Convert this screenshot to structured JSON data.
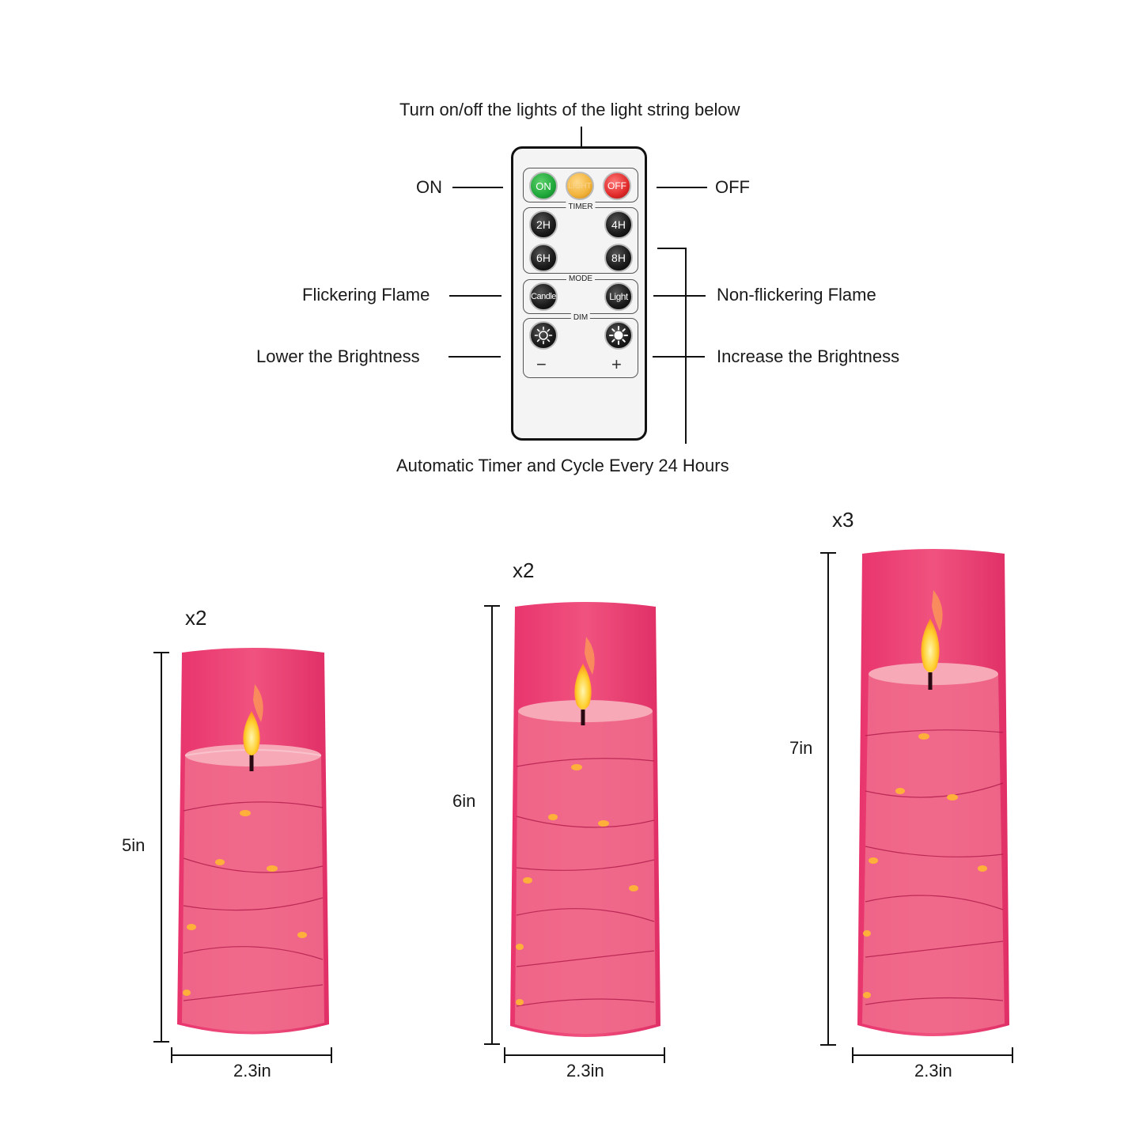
{
  "remote_callouts": {
    "top": "Turn on/off the lights of the light string below",
    "on": "ON",
    "off": "OFF",
    "flicker": "Flickering Flame",
    "non_flicker": "Non-flickering Flame",
    "lower": "Lower the Brightness",
    "increase": "Increase the Brightness",
    "bottom": "Automatic Timer and Cycle Every 24 Hours"
  },
  "remote": {
    "power_buttons": [
      {
        "label": "ON",
        "color": "#1fa83a"
      },
      {
        "label": "LIGHT",
        "color": "#f2b33a"
      },
      {
        "label": "OFF",
        "color": "#e12a2a"
      }
    ],
    "timer_title": "TIMER",
    "timer_buttons": [
      "2H",
      "4H",
      "6H",
      "8H"
    ],
    "mode_title": "MODE",
    "mode_buttons": [
      "Candle",
      "Light"
    ],
    "dim_title": "DIM",
    "dim_minus": "−",
    "dim_plus": "+"
  },
  "candles": [
    {
      "quantity": "x2",
      "height_label": "5in",
      "width_label": "2.3in"
    },
    {
      "quantity": "x2",
      "height_label": "6in",
      "width_label": "2.3in"
    },
    {
      "quantity": "x3",
      "height_label": "7in",
      "width_label": "2.3in"
    }
  ],
  "colors": {
    "glass": "#ee3f7a",
    "wax": "#f47c97",
    "flame": "#ffd23a",
    "led": "#ffb03a"
  }
}
